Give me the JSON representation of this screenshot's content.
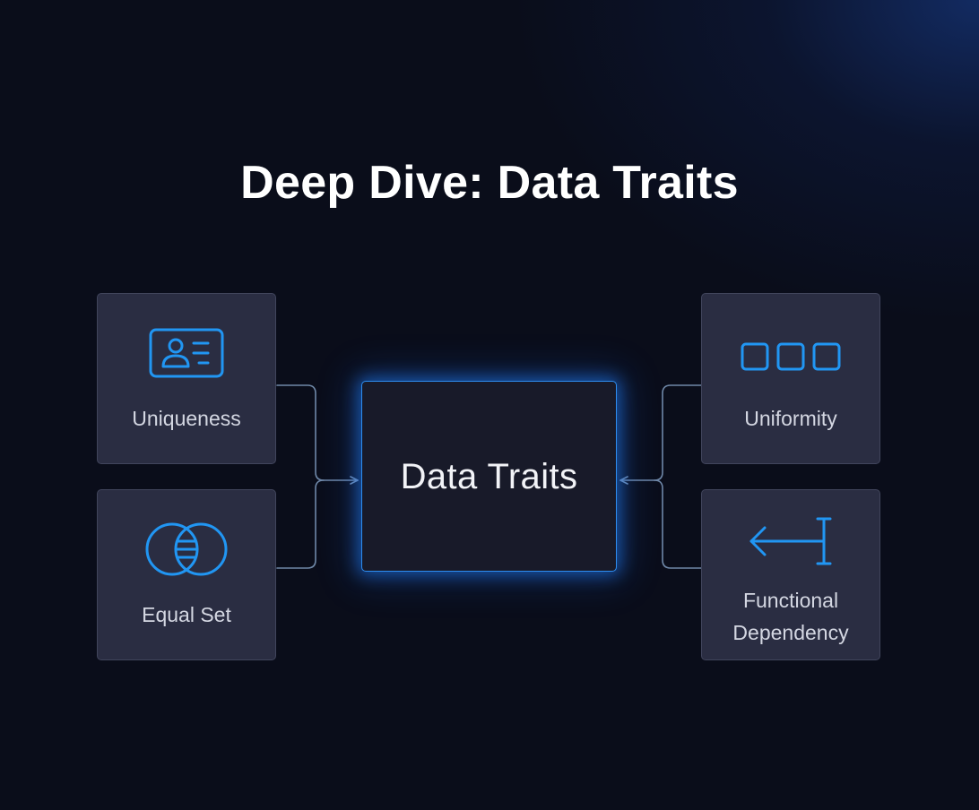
{
  "title": "Deep Dive: Data Traits",
  "center": {
    "label": "Data Traits"
  },
  "cards": {
    "uniqueness": {
      "label": "Uniqueness",
      "icon": "id-card-icon"
    },
    "equal_set": {
      "label": "Equal Set",
      "icon": "overlapping-circles-icon"
    },
    "uniformity": {
      "label": "Uniformity",
      "icon": "three-squares-icon"
    },
    "functional_dependency": {
      "label_line1": "Functional",
      "label_line2": "Dependency",
      "icon": "arrow-left-bar-icon"
    }
  },
  "colors": {
    "background": "#0a0d1a",
    "card": "#2a2d42",
    "accent": "#2e8df0",
    "icon": "#2196f3",
    "connector": "#6f88a8"
  }
}
